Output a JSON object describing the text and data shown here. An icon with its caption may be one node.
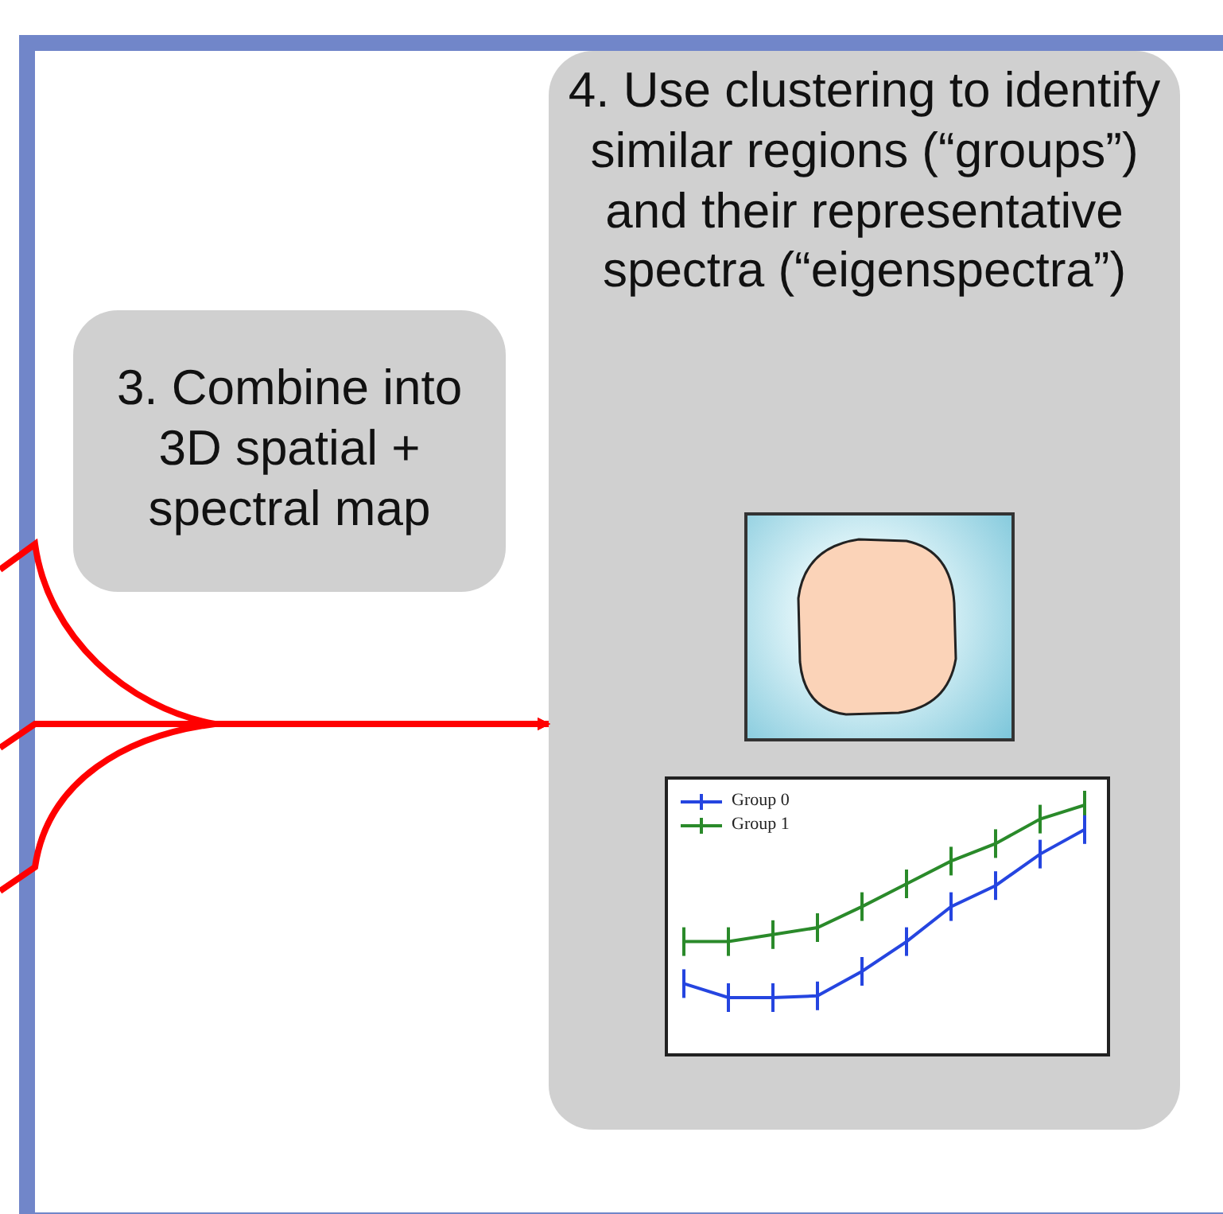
{
  "diagram": {
    "nodes": [
      {
        "text": [
          "3. Combine into 3D spatial + spectral map"
        ]
      },
      {
        "text": [
          "4. Use clustering to identify similar regions (“groups”) and their representative spectra (“eigenspectra”)"
        ]
      },
      {
        "text": [],
        "shape": "picture",
        "in": 1
      },
      {
        "text": [],
        "shape": "picture",
        "in": 1
      }
    ],
    "edges": [
      {
        "from": null,
        "to": 1,
        "arrow": "to"
      },
      {
        "from": null,
        "to": 1,
        "arrow": "to"
      },
      {
        "from": null,
        "to": 1,
        "arrow": "to"
      }
    ],
    "legend": [
      {
        "text": "Group 0"
      },
      {
        "text": "Group 1"
      }
    ]
  }
}
